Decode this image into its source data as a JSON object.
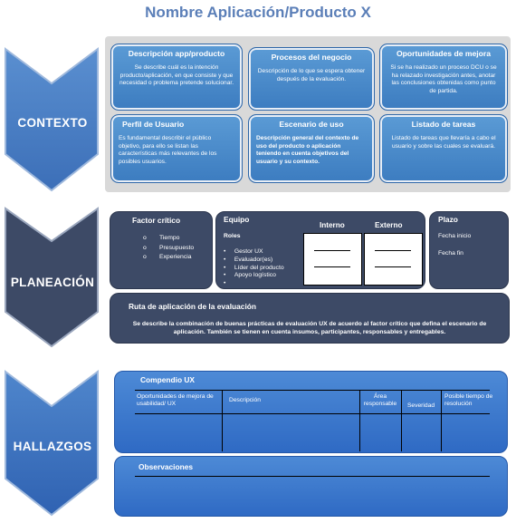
{
  "title": "Nombre Aplicación/Producto X",
  "sections": {
    "contexto": "CONTEXTO",
    "planeacion": "PLANEACIÓN",
    "hallazgos": "HALLAZGOS"
  },
  "contexto_cards": [
    {
      "title": "Descripción app/producto",
      "text": "Se describe cuál es la intención producto/aplicación, en que consiste y que necesidad o problema pretende solucionar."
    },
    {
      "title": "Procesos del negocio",
      "text": "Descripción de lo que se espera obtener después de la evaluación."
    },
    {
      "title": "Oportunidades de mejora",
      "text": "Si se ha realizado un proceso DCU o se ha relazado investigación antes, anotar las conclusiones obtenidas como punto de partida."
    },
    {
      "title": "Perfil de Usuario",
      "text": "Es fundamental describir el público objetivo, para ello se listan las características más relevantes de los posibles usuarios."
    },
    {
      "title": "Escenario de uso",
      "text": "Descripción general del contexto de uso del producto o aplicación teniendo en cuenta objetivos del usuario y su contexto."
    },
    {
      "title": "Listado de tareas",
      "text": "Listado de tareas que llevaría a cabo el usuario y sobre las cuales se evaluará."
    }
  ],
  "planeacion": {
    "factor": {
      "title": "Factor crítico",
      "items": [
        "Tiempo",
        "Presupuesto",
        "Experiencia"
      ],
      "bullet": "o"
    },
    "equipo": {
      "title": "Equipo",
      "roles_label": "Roles",
      "roles": [
        "Gestor UX",
        "Evaluador(es)",
        "Líder del producto",
        "Apoyo logístico",
        ""
      ],
      "interno": "Interno",
      "externo": "Externo"
    },
    "plazo": {
      "title": "Plazo",
      "inicio": "Fecha inicio",
      "fin": "Fecha fin"
    },
    "ruta": {
      "title": "Ruta de aplicación de la evaluación",
      "text": "Se describe la combinación de buenas prácticas de evaluación UX de acuerdo al factor crítico que defina el escenario de aplicación. También se tienen en cuenta insumos, participantes, responsables y entregables."
    }
  },
  "hallazgos": {
    "compendio": {
      "title": "Compendio UX",
      "columns": [
        "Oportunidades de mejora de usabilidad/ UX",
        "Descripción",
        "Área responsable",
        "Severidad",
        "Posible tiempo de resolución"
      ]
    },
    "observaciones": {
      "title": "Observaciones"
    }
  },
  "colors": {
    "title": "#5b7fb8",
    "chevron_blue": "#4a7ec2",
    "chevron_dark": "#3d4a66",
    "card_blue": "#4a8bd0",
    "dark_panel": "#3d4a66",
    "hallazgos_panel": "#3a74cc"
  }
}
